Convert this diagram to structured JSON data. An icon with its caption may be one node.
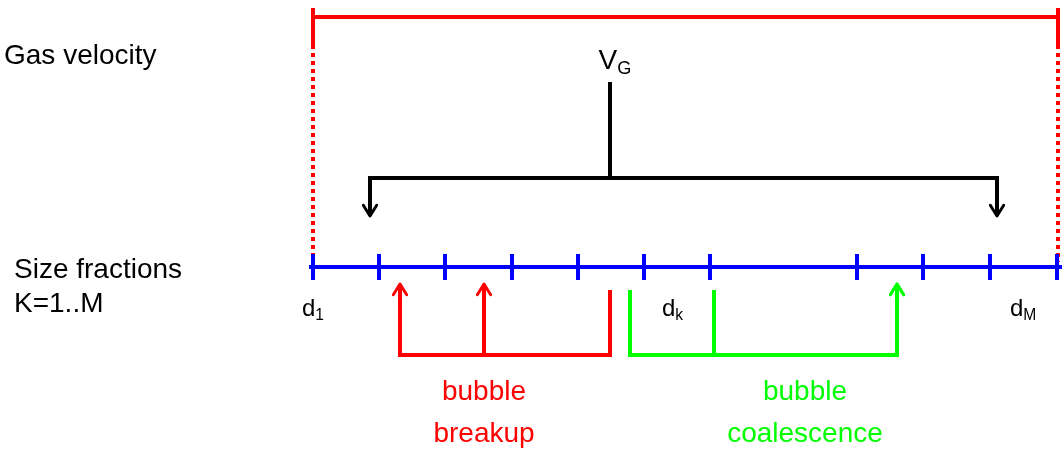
{
  "diagram": {
    "nodes": [
      {
        "text": [
          "V$_{G}$"
        ]
      },
      {
        "text": [],
        "shape": "bar"
      }
    ],
    "edges": [
      {
        "from": 0,
        "to": 1,
        "arrow": "to"
      },
      {
        "from": 0,
        "to": 1,
        "arrow": "to"
      },
      {
        "from": 1,
        "to": 1,
        "arrow": "to",
        "color": "#ff0000"
      },
      {
        "from": 1,
        "to": 1,
        "arrow": "to",
        "color": "#ff0000"
      },
      {
        "from": 1,
        "to": 1,
        "arrow": "to",
        "color": "#00ff00"
      },
      {
        "from": 1,
        "to": 1,
        "arrow": "to",
        "color": "#00ff00"
      }
    ],
    "labels": [
      "Gas velocity",
      "Size fractions K=1..M",
      "d$_{1}$",
      "d$_{k}$",
      "d$_{M}$",
      "bubble breakup",
      "bubble coalescence"
    ]
  }
}
